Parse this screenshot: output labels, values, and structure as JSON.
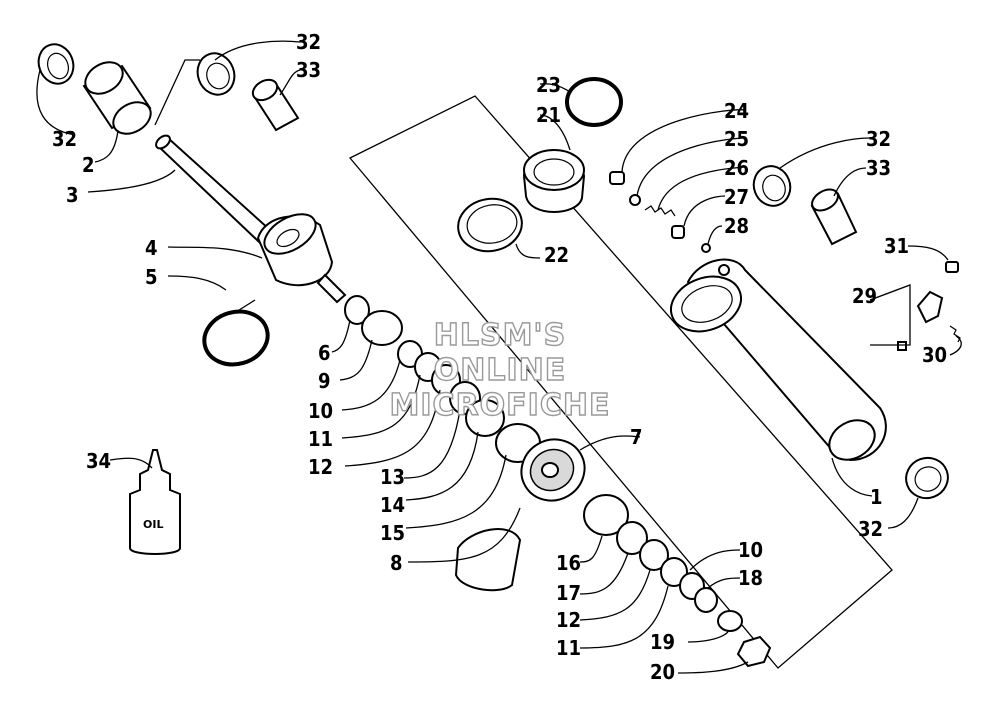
{
  "watermark": {
    "line1": "HLSM'S",
    "line2": "ONLINE",
    "line3": "MICROFICHE"
  },
  "oil_label": "OIL",
  "callouts": [
    {
      "id": "c32a",
      "text": "32"
    },
    {
      "id": "c33a",
      "text": "33"
    },
    {
      "id": "c32b",
      "text": "32"
    },
    {
      "id": "c2",
      "text": "2"
    },
    {
      "id": "c3",
      "text": "3"
    },
    {
      "id": "c4",
      "text": "4"
    },
    {
      "id": "c5",
      "text": "5"
    },
    {
      "id": "c6",
      "text": "6"
    },
    {
      "id": "c9",
      "text": "9"
    },
    {
      "id": "c10a",
      "text": "10"
    },
    {
      "id": "c11a",
      "text": "11"
    },
    {
      "id": "c12a",
      "text": "12"
    },
    {
      "id": "c13",
      "text": "13"
    },
    {
      "id": "c14",
      "text": "14"
    },
    {
      "id": "c15",
      "text": "15"
    },
    {
      "id": "c8",
      "text": "8"
    },
    {
      "id": "c7",
      "text": "7"
    },
    {
      "id": "c23",
      "text": "23"
    },
    {
      "id": "c21",
      "text": "21"
    },
    {
      "id": "c22",
      "text": "22"
    },
    {
      "id": "c24",
      "text": "24"
    },
    {
      "id": "c25",
      "text": "25"
    },
    {
      "id": "c26",
      "text": "26"
    },
    {
      "id": "c27",
      "text": "27"
    },
    {
      "id": "c28",
      "text": "28"
    },
    {
      "id": "c32c",
      "text": "32"
    },
    {
      "id": "c33b",
      "text": "33"
    },
    {
      "id": "c31",
      "text": "31"
    },
    {
      "id": "c29",
      "text": "29"
    },
    {
      "id": "c30",
      "text": "30"
    },
    {
      "id": "c1",
      "text": "1"
    },
    {
      "id": "c32d",
      "text": "32"
    },
    {
      "id": "c16",
      "text": "16"
    },
    {
      "id": "c17",
      "text": "17"
    },
    {
      "id": "c12b",
      "text": "12"
    },
    {
      "id": "c11b",
      "text": "11"
    },
    {
      "id": "c10b",
      "text": "10"
    },
    {
      "id": "c18",
      "text": "18"
    },
    {
      "id": "c19",
      "text": "19"
    },
    {
      "id": "c20",
      "text": "20"
    },
    {
      "id": "c34",
      "text": "34"
    }
  ]
}
